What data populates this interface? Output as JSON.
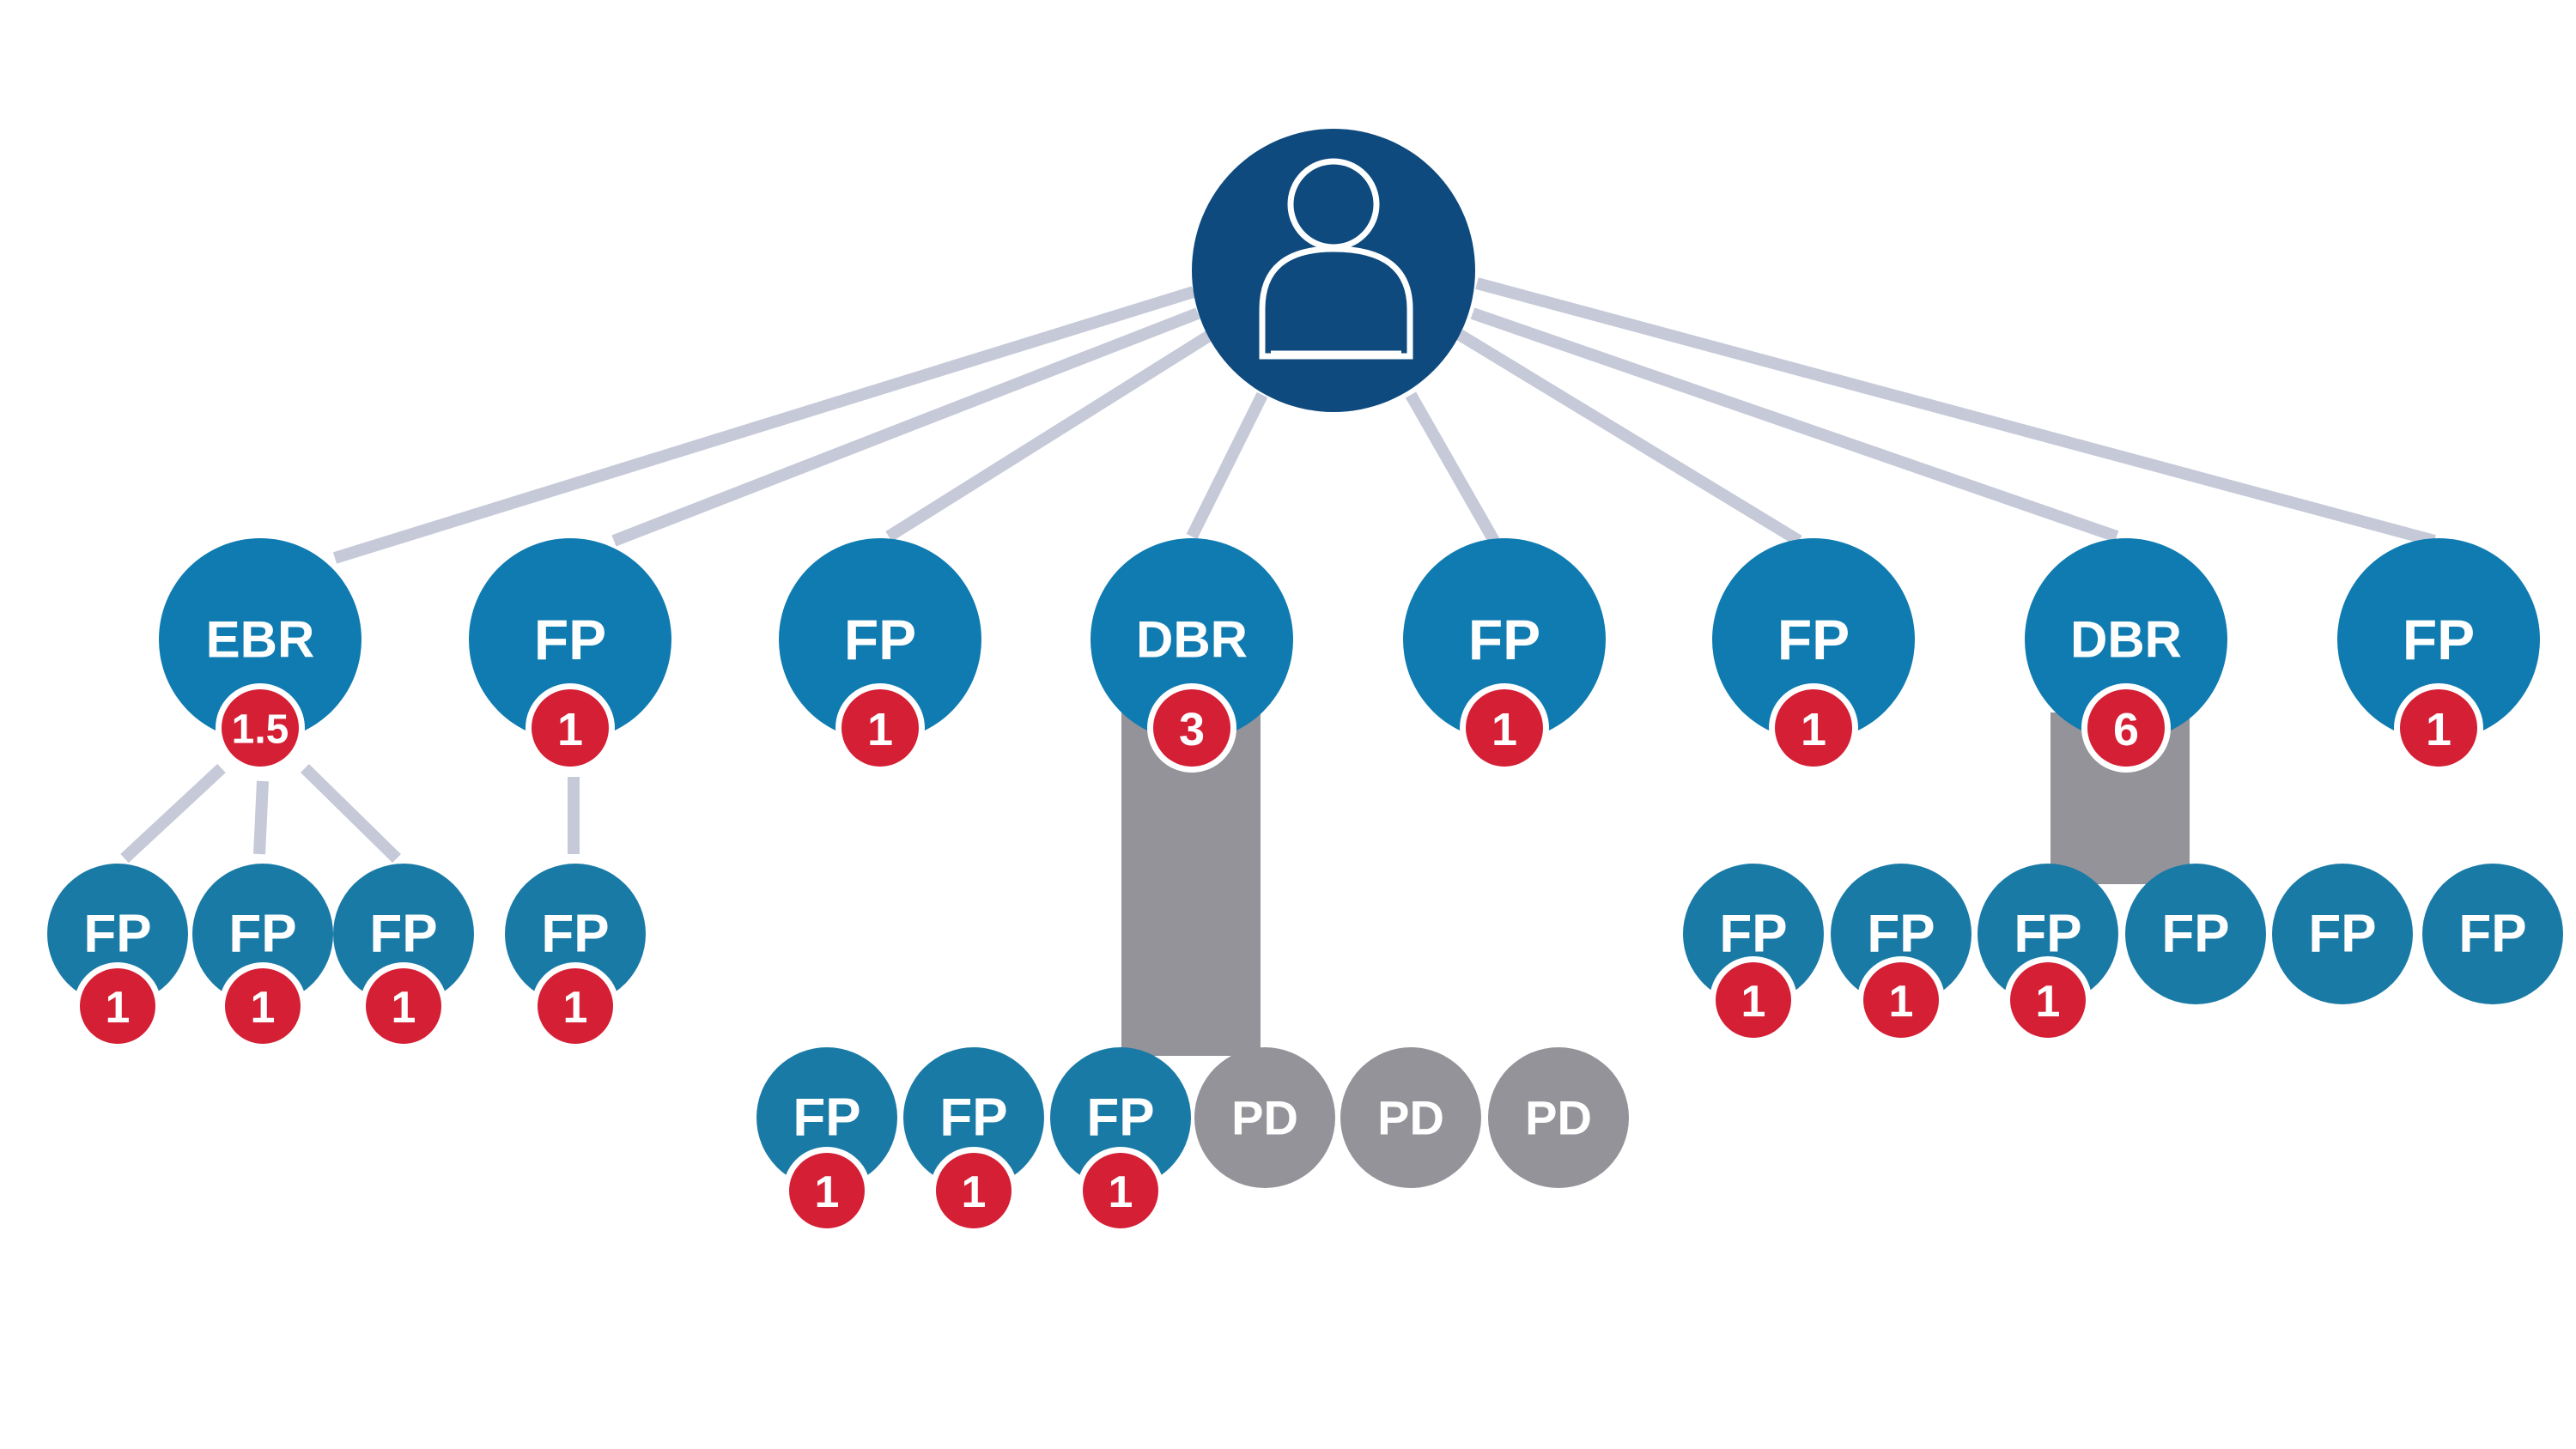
{
  "colors": {
    "root": "#0e4a7e",
    "node": "#0f7bb0",
    "child_node": "#1a7aa6",
    "pending": "#94939a",
    "badge": "#d41f35",
    "connector": "#c5c9d8",
    "column": "#94939a"
  },
  "root": {
    "icon": "user-icon"
  },
  "level1": [
    {
      "label": "EBR",
      "badge": "1.5"
    },
    {
      "label": "FP",
      "badge": "1"
    },
    {
      "label": "FP",
      "badge": "1"
    },
    {
      "label": "DBR",
      "badge": "3"
    },
    {
      "label": "FP",
      "badge": "1"
    },
    {
      "label": "FP",
      "badge": "1"
    },
    {
      "label": "DBR",
      "badge": "6"
    },
    {
      "label": "FP",
      "badge": "1"
    }
  ],
  "ebr_children": [
    {
      "label": "FP",
      "badge": "1"
    },
    {
      "label": "FP",
      "badge": "1"
    },
    {
      "label": "FP",
      "badge": "1"
    }
  ],
  "fp_child": [
    {
      "label": "FP",
      "badge": "1"
    }
  ],
  "dbr3_children": [
    {
      "label": "FP",
      "badge": "1",
      "type": "fp"
    },
    {
      "label": "FP",
      "badge": "1",
      "type": "fp"
    },
    {
      "label": "FP",
      "badge": "1",
      "type": "fp"
    },
    {
      "label": "PD",
      "type": "pd"
    },
    {
      "label": "PD",
      "type": "pd"
    },
    {
      "label": "PD",
      "type": "pd"
    }
  ],
  "dbr6_children": [
    {
      "label": "FP",
      "badge": "1",
      "type": "fp"
    },
    {
      "label": "FP",
      "badge": "1",
      "type": "fp"
    },
    {
      "label": "FP",
      "badge": "1",
      "type": "fp"
    },
    {
      "label": "FP",
      "type": "fp"
    },
    {
      "label": "FP",
      "type": "fp"
    },
    {
      "label": "FP",
      "type": "fp"
    }
  ]
}
